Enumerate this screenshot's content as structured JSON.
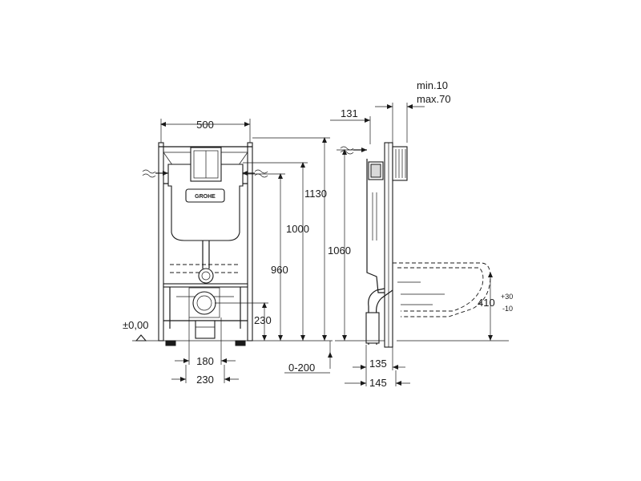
{
  "front_view": {
    "width_label": "500",
    "height_1130": "1130",
    "height_1000": "1000",
    "height_960": "960",
    "height_230": "230",
    "floor_level": "±0,00",
    "spacing_180": "180",
    "spacing_230": "230",
    "brand": "GROHE"
  },
  "side_view": {
    "depth_131": "131",
    "min_label": "min.10",
    "max_label": "max.70",
    "height_1060": "1060",
    "range_0_200": "0-200",
    "depth_135": "135",
    "depth_145": "145",
    "height_410": "410",
    "tol_plus": "+30",
    "tol_minus": "-10"
  }
}
